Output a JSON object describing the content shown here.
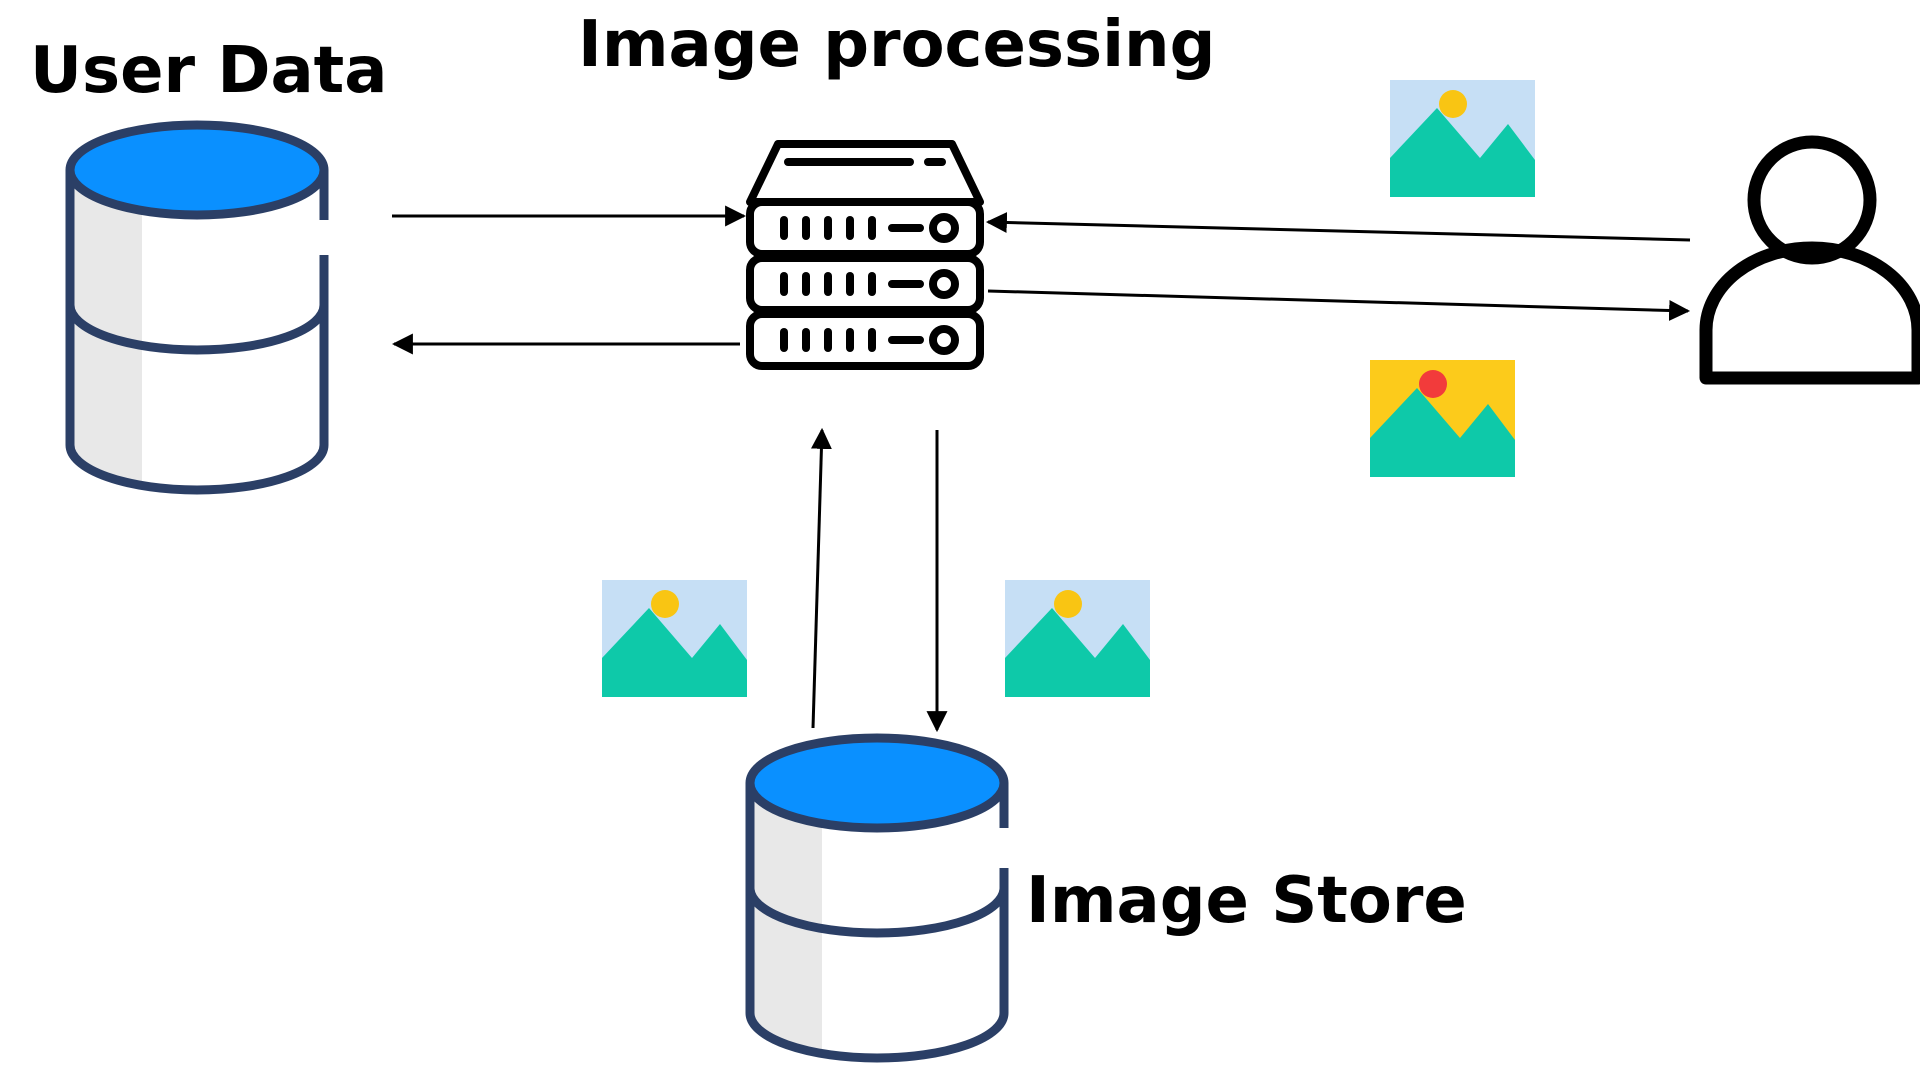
{
  "nodes": {
    "user_data": {
      "label": "User Data",
      "icon": "database-icon"
    },
    "image_processing": {
      "label": "Image processing",
      "icon": "server-icon"
    },
    "image_store": {
      "label": "Image Store",
      "icon": "database-icon"
    },
    "user": {
      "icon": "user-icon"
    }
  },
  "images": [
    {
      "name": "image-thumbnail-icon",
      "sky": "#c6dff5",
      "sun": "#f9c513",
      "mountain": "#0ec9a9"
    },
    {
      "name": "processed-image-icon",
      "sky": "#fccb1b",
      "sun": "#f23b3b",
      "mountain": "#0ec9a9"
    }
  ],
  "colors": {
    "db_top": "#0a90ff",
    "db_outline": "#2b3f66",
    "db_side_shade": "#e8e8e8",
    "arrow": "#000000",
    "server": "#000000"
  }
}
